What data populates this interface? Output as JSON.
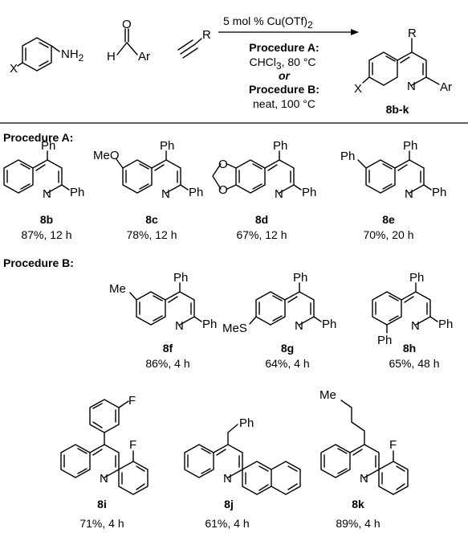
{
  "reaction": {
    "conditions": {
      "catalyst": "5 mol % Cu(OTf)",
      "catalyst_sub": "2",
      "procedure_a_title": "Procedure A:",
      "procedure_a_conditions": "CHCl",
      "procedure_a_sub": "3",
      "procedure_a_tail": ", 80 °C",
      "or_text": "or",
      "procedure_b_title": "Procedure B:",
      "procedure_b_conditions": "neat, 100 °C"
    },
    "reactants": {
      "aniline": {
        "x_label": "X",
        "nh2": "NH",
        "nh2_sub": "2"
      },
      "aldehyde": {
        "o_label": "O",
        "h_label": "H",
        "ar_label": "Ar"
      },
      "alkyne": {
        "r_label": "R"
      }
    },
    "product": {
      "r_label": "R",
      "x_label": "X",
      "n_label": "N",
      "ar_label": "Ar",
      "id": "8b-k"
    }
  },
  "sections": {
    "a": "Procedure A:",
    "b": "Procedure B:"
  },
  "compounds": [
    {
      "id": "8b",
      "yield": "87%, 12 h",
      "subs": [
        "Ph",
        "Ph",
        "N"
      ]
    },
    {
      "id": "8c",
      "yield": "78%, 12 h",
      "subs": [
        "Ph",
        "Ph",
        "N",
        "MeO"
      ]
    },
    {
      "id": "8d",
      "yield": "67%, 12 h",
      "subs": [
        "Ph",
        "Ph",
        "N",
        "O",
        "O"
      ]
    },
    {
      "id": "8e",
      "yield": "70%, 20 h",
      "subs": [
        "Ph",
        "Ph",
        "N",
        "Ph"
      ]
    },
    {
      "id": "8f",
      "yield": "86%, 4 h",
      "subs": [
        "Ph",
        "Ph",
        "N",
        "Me"
      ]
    },
    {
      "id": "8g",
      "yield": "64%, 4 h",
      "subs": [
        "Ph",
        "Ph",
        "N",
        "MeS"
      ]
    },
    {
      "id": "8h",
      "yield": "65%, 48 h",
      "subs": [
        "Ph",
        "Ph",
        "N",
        "Ph"
      ]
    },
    {
      "id": "8i",
      "yield": "71%, 4 h",
      "subs": [
        "F",
        "F",
        "N"
      ]
    },
    {
      "id": "8j",
      "yield": "61%, 4 h",
      "subs": [
        "Ph",
        "N"
      ]
    },
    {
      "id": "8k",
      "yield": "89%, 4 h",
      "subs": [
        "Me",
        "F",
        "N"
      ]
    }
  ]
}
